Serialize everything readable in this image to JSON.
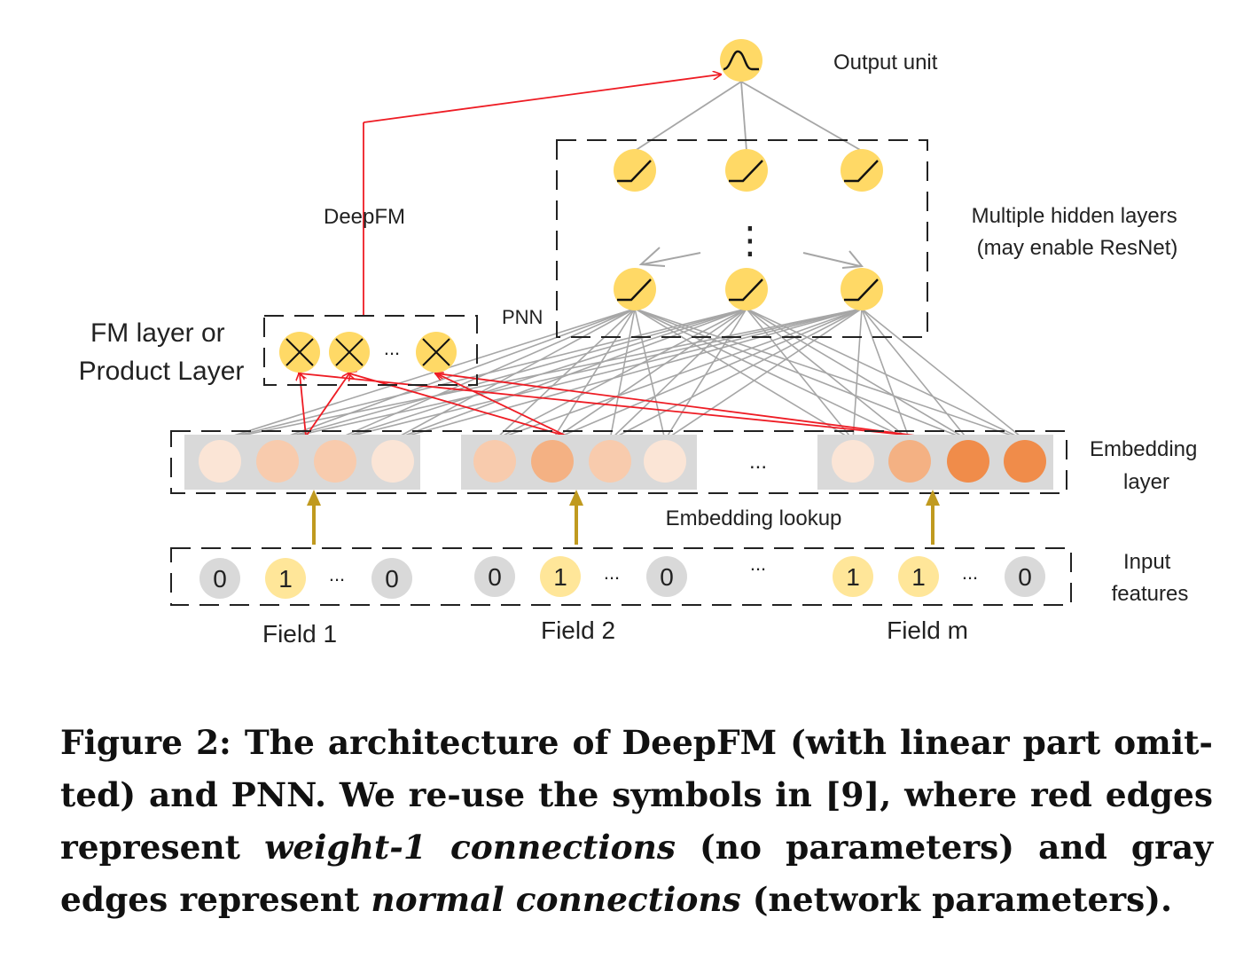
{
  "diagram": {
    "labels": {
      "output_unit": "Output unit",
      "hidden_layers_line1": "Multiple hidden layers",
      "hidden_layers_line2": "(may enable ResNet)",
      "deepfm": "DeepFM",
      "pnn": "PNN",
      "fm_layer_line1": "FM layer or",
      "fm_layer_line2": "Product Layer",
      "embedding_line1": "Embedding",
      "embedding_line2": "layer",
      "embedding_lookup": "Embedding lookup",
      "input_line1": "Input",
      "input_line2": "features",
      "ellipsis": "...",
      "vertical_dots": "⋮"
    },
    "fields": [
      {
        "name": "Field 1",
        "features": [
          "0",
          "1",
          "...",
          "0"
        ]
      },
      {
        "name": "Field 2",
        "features": [
          "0",
          "1",
          "...",
          "0"
        ]
      },
      {
        "name": "Field m",
        "features": [
          "1",
          "1",
          "...",
          "0"
        ]
      }
    ],
    "colors": {
      "red_edge": "#ee1c24",
      "gray_edge": "#a6a6a6",
      "neuron": "#ffd966",
      "feature_zero": "#d9d9d9",
      "feature_one": "#ffe699",
      "lookup_arrow": "#c09a1f",
      "embedding_box": "#d9d9d9",
      "embedding_shades": [
        "#fbe5d6",
        "#f8cbad",
        "#f4b183",
        "#f08c4a"
      ]
    }
  },
  "caption": {
    "prefix": "Figure 2: The architecture of DeepFM (with linear part omit-ted) and PNN. We re-use the symbols in [9], where red edges represent ",
    "emphasis1": "weight-1 connections",
    "middle": " (no parameters) and gray edges represent ",
    "emphasis2": "normal connections",
    "suffix": " (network parameters)."
  }
}
